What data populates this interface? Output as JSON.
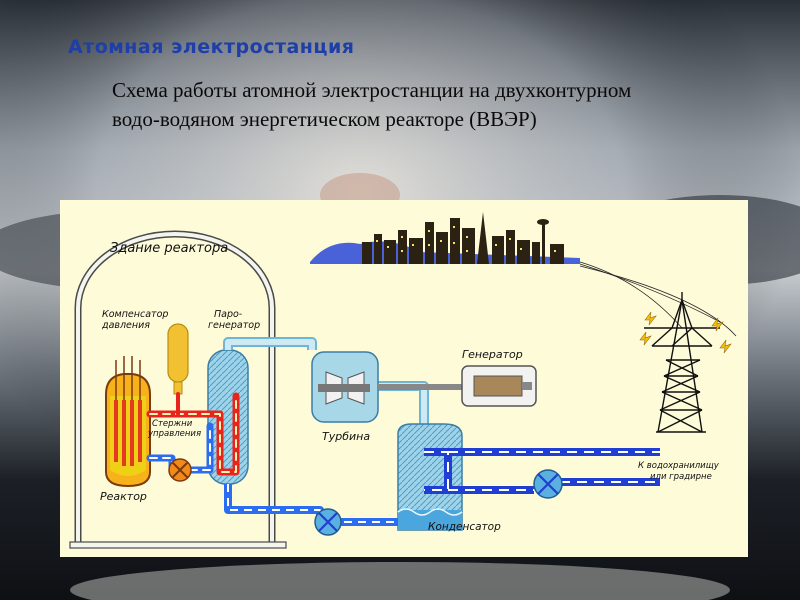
{
  "slide": {
    "title": "Атомная электростанция",
    "subtitle": "Схема работы атомной электростанции на двухконтурном водо-водяном энергетическом реакторе (ВВЭР)"
  },
  "diagram": {
    "labels": {
      "reactor_building": "Здание реактора",
      "pressurizer_line1": "Компенсатор",
      "pressurizer_line2": "давления",
      "steam_generator_line1": "Паро-",
      "steam_generator_line2": "генератор",
      "control_rods_line1": "Стержни",
      "control_rods_line2": "управления",
      "reactor": "Реактор",
      "turbine": "Турбина",
      "generator": "Генератор",
      "condenser": "Конденсатор",
      "reservoir_line1": "К водохранилищу",
      "reservoir_line2": "или градирне"
    },
    "colors": {
      "primary_hot": "#e8251d",
      "primary_cold": "#2b6cf0",
      "steam": "#a8d8e8",
      "cooling_water": "#1f3fd4",
      "reactor_core": "#f0d016",
      "panel": "#fdfbd8"
    }
  }
}
